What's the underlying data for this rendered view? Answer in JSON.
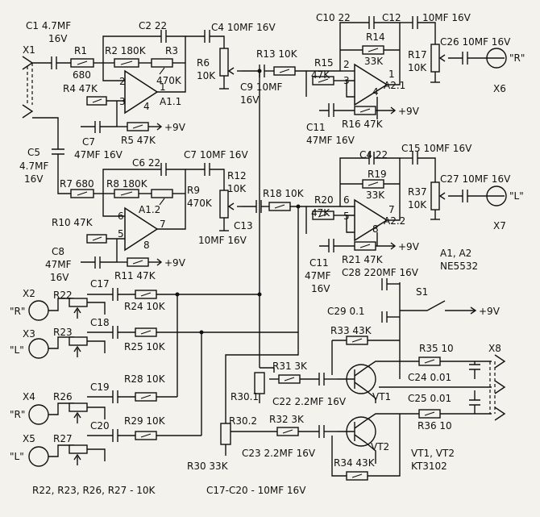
{
  "amp_channel_1": {
    "c1": "C1 4.7MF",
    "c1_v": "16V",
    "x1": "X1",
    "r1": "R1",
    "r1_v": "680",
    "r2": "R2 180K",
    "c2": "C2 22",
    "r3": "R3",
    "r3_v": "470K",
    "r4": "R4 47K",
    "a11": "A1.1",
    "c7": "C7",
    "c7_v": "47MF 16V",
    "r5": "R5 47K",
    "supply_a": "+9V",
    "c4": "C4 10MF 16V",
    "r6": "R6",
    "r6_v": "10K",
    "r13": "R13 10K",
    "c9": "C9 10MF",
    "c9_v": "16V",
    "c10": "C10 22",
    "c12": "C12",
    "c12_v": "10MF  16V",
    "r14": "R14",
    "r14_v": "33K",
    "r15": "R15",
    "r15_v": "47K",
    "a21": "A2.1",
    "r17": "R17",
    "r17_v": "10K",
    "c26": "C26 10MF 16V",
    "out_r": "\"R\"",
    "x6": "X6",
    "c11": "C11",
    "c11_v": "47MF 16V",
    "r16": "R16 47K",
    "supply_b": "+9V",
    "pins_a11": [
      "2",
      "3",
      "1",
      "4"
    ],
    "pins_a21": [
      "2",
      "3",
      "1",
      "4"
    ]
  },
  "amp_channel_2": {
    "c5": "C5",
    "c5_v": "4.7MF",
    "c5_v2": "16V",
    "r7": "R7 680",
    "c6": "C6 22",
    "r8": "R8 180K",
    "r9": "R9",
    "r9_v": "470K",
    "a12": "A1.2",
    "r10": "R10 47K",
    "c8": "C8",
    "c8_v": "47MF",
    "c8_v2": "16V",
    "r11": "R11 47K",
    "supply_a": "+9V",
    "c7b": "C7 10MF 16V",
    "r12": "R12",
    "r12_v": "10K",
    "c13": "C13",
    "c13_v": "10MF 16V",
    "r18": "R18 10K",
    "c4b": "C4 22",
    "c15": "C15 10MF 16V",
    "r19": "R19",
    "r19_v": "33K",
    "r20": "R20",
    "r20_v": "47K",
    "a22": "A2.2",
    "r37": "R37",
    "r37_v": "10K",
    "c27": "C27 10MF 16V",
    "out_l": "\"L\"",
    "x7": "X7",
    "c11b": "C11",
    "c11b_v": "47MF",
    "c11b_v2": "16V",
    "r21": "R21 47K",
    "supply_b": "+9V",
    "c28": "C28 220MF 16V",
    "ic_note": "A1, A2",
    "ic_type": "NE5532",
    "pins_a12": [
      "6",
      "5",
      "7",
      "8"
    ],
    "pins_a22": [
      "6",
      "5",
      "7",
      "8"
    ]
  },
  "mixer": {
    "x2": "X2",
    "x2_l": "\"R\"",
    "x3": "X3",
    "x3_l": "\"L\"",
    "x4": "X4",
    "x4_l": "\"R\"",
    "x5": "X5",
    "x5_l": "\"L\"",
    "r22": "R22",
    "r23": "R23",
    "r26": "R26",
    "r27": "R27",
    "c17": "C17",
    "c18": "C18",
    "c19": "C19",
    "c20": "C20",
    "r24": "R24 10K",
    "r25": "R25 10K",
    "r28": "R28 10K",
    "r29": "R29 10K",
    "note_r": "R22, R23, R26, R27 - 10K",
    "note_c": "C17-C20 - 10MF 16V"
  },
  "preamp": {
    "s1": "S1",
    "supply": "+9V",
    "c29": "C29 0.1",
    "r33": "R33 43K",
    "r35": "R35 10",
    "x8": "X8",
    "c24": "C24 0.01",
    "c25": "C25 0.01",
    "r36": "R36 10",
    "r31": "R31 3K",
    "r30_1": "R30.1",
    "c22": "C22 2.2MF 16V",
    "vt1": "VT1",
    "r30_2": "R30.2",
    "r32": "R32 3K",
    "c23": "C23 2.2MF 16V",
    "vt2": "VT2",
    "r34": "R34 43K",
    "r30": "R30 33K",
    "transistor_note": "VT1, VT2",
    "transistor_type": "KT3102"
  }
}
